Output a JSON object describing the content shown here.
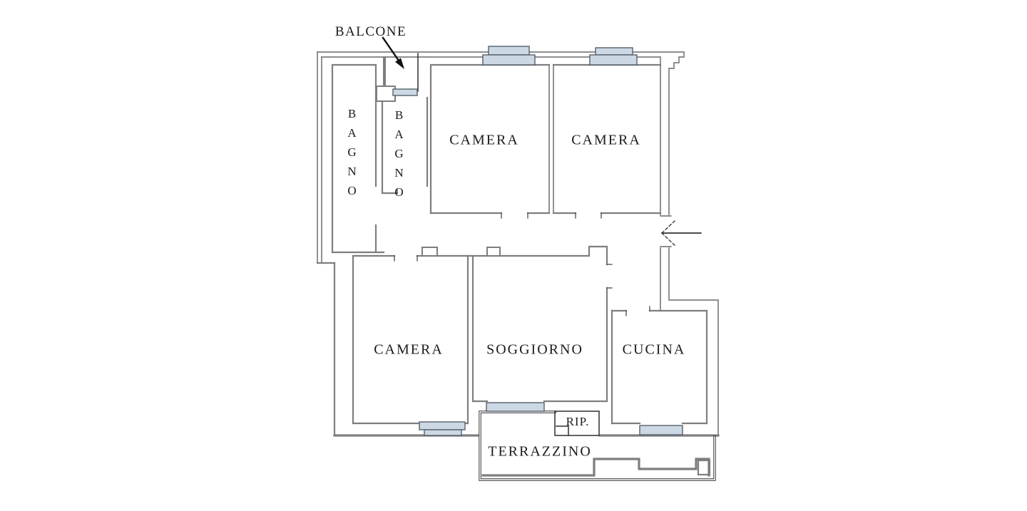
{
  "page": {
    "background": "#ffffff",
    "type": "apartment floor plan"
  },
  "palette": {
    "wall": "#7e7e7e",
    "outline": "#2f2f2f",
    "window_fill": "#ccd8e3",
    "window_border": "#55606b",
    "text": "#1b1b1b",
    "arrow": "#111111"
  },
  "labels": {
    "balcone": "BALCONE",
    "bagno_left": "BAGNO",
    "bagno_right": "BAGNO",
    "camera_top_left": "CAMERA",
    "camera_top_right": "CAMERA",
    "camera_bottom_left": "CAMERA",
    "soggiorno": "SOGGIORNO",
    "cucina": "CUCINA",
    "rip": "RIP.",
    "terrazzino": "TERRAZZINO"
  }
}
